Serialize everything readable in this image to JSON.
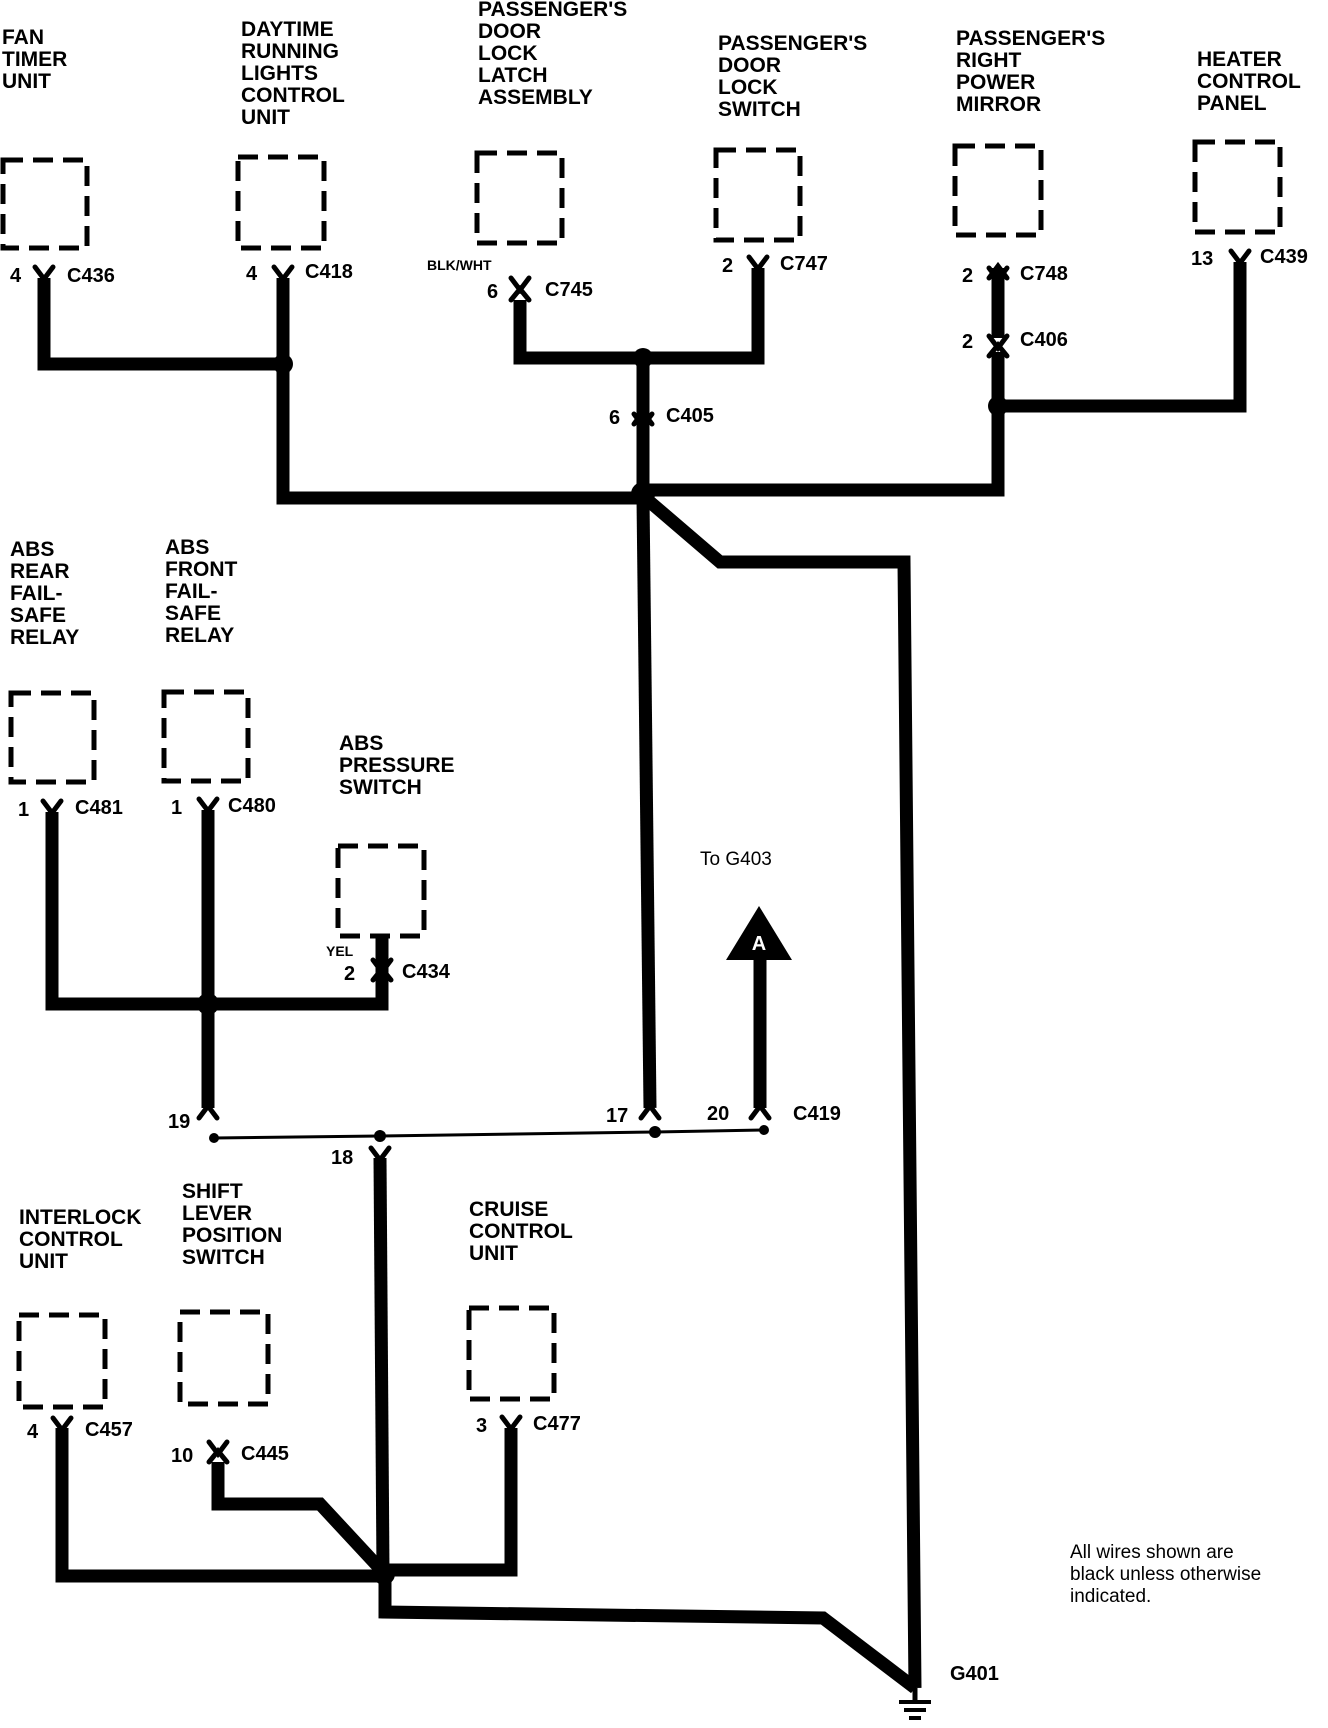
{
  "components": {
    "fan_timer": [
      "FAN",
      "TIMER",
      "UNIT"
    ],
    "drl": [
      "DAYTIME",
      "RUNNING",
      "LIGHTS",
      "CONTROL",
      "UNIT"
    ],
    "door_latch": [
      "PASSENGER'S",
      "DOOR",
      "LOCK",
      "LATCH",
      "ASSEMBLY"
    ],
    "door_switch": [
      "PASSENGER'S",
      "DOOR",
      "LOCK",
      "SWITCH"
    ],
    "mirror": [
      "PASSENGER'S",
      "RIGHT",
      "POWER",
      "MIRROR"
    ],
    "heater": [
      "HEATER",
      "CONTROL",
      "PANEL"
    ],
    "abs_rear": [
      "ABS",
      "REAR",
      "FAIL-",
      "SAFE",
      "RELAY"
    ],
    "abs_front": [
      "ABS",
      "FRONT",
      "FAIL-",
      "SAFE",
      "RELAY"
    ],
    "abs_pressure": [
      "ABS",
      "PRESSURE",
      "SWITCH"
    ],
    "interlock": [
      "INTERLOCK",
      "CONTROL",
      "UNIT"
    ],
    "shift_lever": [
      "SHIFT",
      "LEVER",
      "POSITION",
      "SWITCH"
    ],
    "cruise": [
      "CRUISE",
      "CONTROL",
      "UNIT"
    ]
  },
  "connectors": {
    "c436": {
      "pin": "4",
      "name": "C436"
    },
    "c418": {
      "pin": "4",
      "name": "C418"
    },
    "c745": {
      "pin": "6",
      "name": "C745",
      "wire_color": "BLK/WHT"
    },
    "c747": {
      "pin": "2",
      "name": "C747"
    },
    "c748": {
      "pin": "2",
      "name": "C748"
    },
    "c406": {
      "pin": "2",
      "name": "C406"
    },
    "c439": {
      "pin": "13",
      "name": "C439"
    },
    "c405": {
      "pin": "6",
      "name": "C405"
    },
    "c481": {
      "pin": "1",
      "name": "C481"
    },
    "c480": {
      "pin": "1",
      "name": "C480"
    },
    "c434": {
      "pin": "2",
      "name": "C434",
      "wire_color": "YEL"
    },
    "c419": {
      "name": "C419",
      "pins": [
        "19",
        "18",
        "17",
        "20"
      ]
    },
    "c457": {
      "pin": "4",
      "name": "C457"
    },
    "c445": {
      "pin": "10",
      "name": "C445"
    },
    "c477": {
      "pin": "3",
      "name": "C477"
    }
  },
  "offpage": {
    "label": "To G403",
    "marker": "A"
  },
  "ground": {
    "name": "G401"
  },
  "note": [
    "All  wires shown are",
    "black unless otherwise",
    "indicated."
  ]
}
